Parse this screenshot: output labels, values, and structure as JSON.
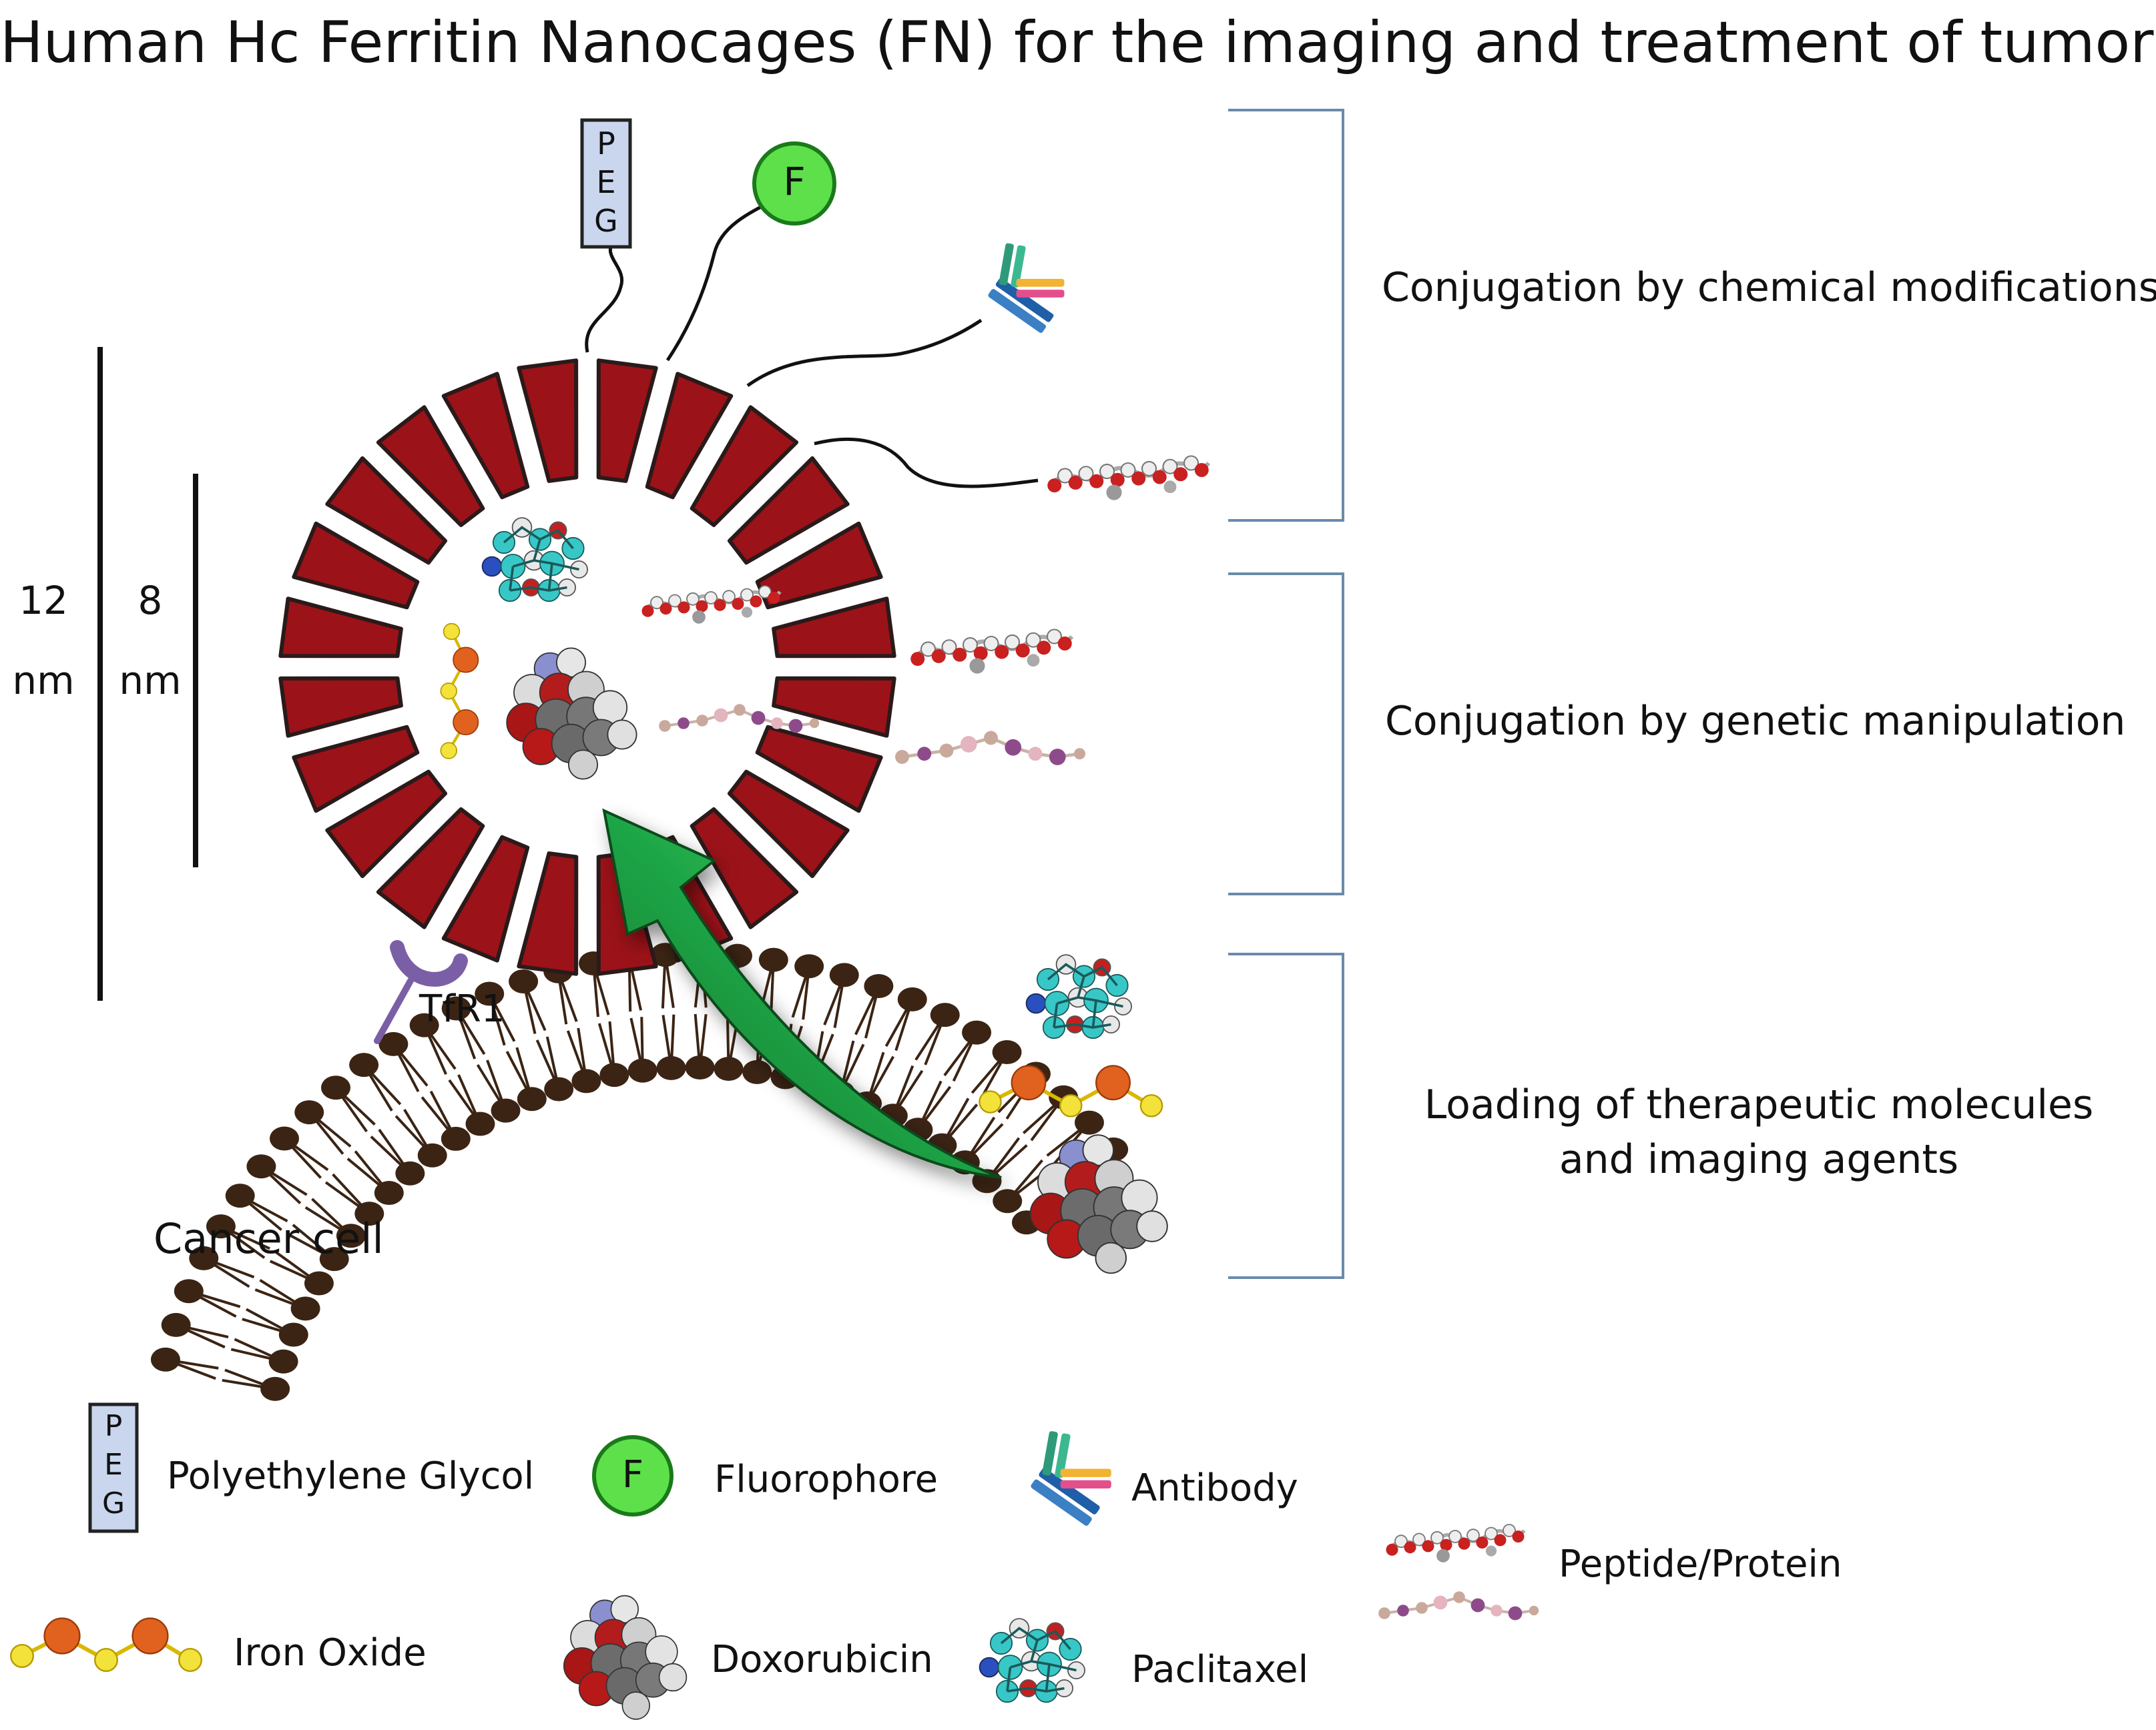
{
  "title": "Human Hc Ferritin Nanocages (FN) for the imaging and treatment of tumors",
  "peg_letters": [
    "P",
    "E",
    "G"
  ],
  "fluorophore_letter": "F",
  "scale": {
    "outer_value": "12",
    "outer_unit": "nm",
    "inner_value": "8",
    "inner_unit": "nm"
  },
  "labels": {
    "receptor": "TfR1",
    "cell": "Cancer cell"
  },
  "sections": [
    "Conjugation by chemical modifications",
    "Conjugation by genetic manipulation",
    "Loading of therapeutic molecules and imaging agents"
  ],
  "legend": {
    "peg": "Polyethylene Glycol",
    "fluorophore": "Fluorophore",
    "antibody": "Antibody",
    "peptide_protein": "Peptide/Protein",
    "iron_oxide": "Iron Oxide",
    "doxorubicin": "Doxorubicin",
    "paclitaxel": "Paclitaxel"
  },
  "colors": {
    "ferritin_subunit": "#9b1218",
    "subunit_outline": "#2b1a1a",
    "arrow_green": "#22b14c",
    "fluorophore_green": "#5ee04a",
    "peg_box": "#c9d6ee",
    "bracket": "#6a8aaa",
    "lipid_head": "#3b2414",
    "receptor": "#7b5fa6"
  }
}
